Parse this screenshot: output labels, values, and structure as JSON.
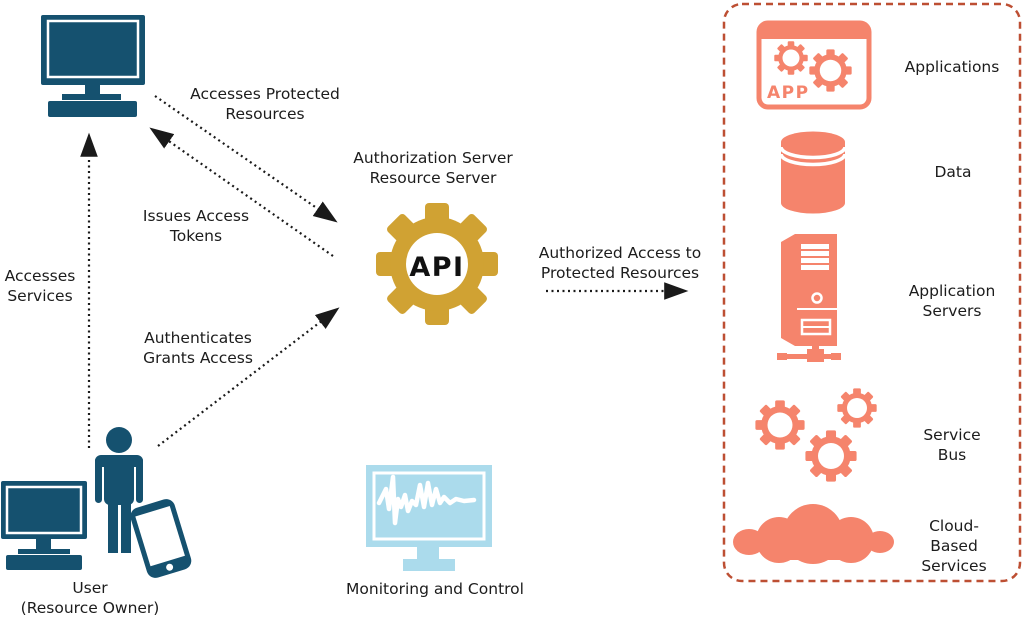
{
  "colors": {
    "dark_blue": "#15516F",
    "gold": "#D0A233",
    "salmon": "#F5846C",
    "panel_border": "#BD4F33",
    "light_blue": "#ABDBEC",
    "arrow": "#1A1A1A",
    "text": "#1C1C1C"
  },
  "api_node": {
    "title": "Authorization Server\nResource Server",
    "gear_label": "API"
  },
  "user_node": {
    "label": "User\n(Resource Owner)"
  },
  "monitoring_node": {
    "label": "Monitoring and Control"
  },
  "arrows": {
    "accesses_protected": {
      "label": "Accesses Protected\nResources"
    },
    "issues_tokens": {
      "label": "Issues Access\nTokens"
    },
    "accesses_services": {
      "label": "Accesses\nServices"
    },
    "authenticates": {
      "label": "Authenticates\nGrants Access"
    },
    "authorized_access": {
      "label": "Authorized Access to\nProtected Resources"
    }
  },
  "resources_panel": {
    "app_window_text": "APP",
    "items": [
      {
        "name": "applications",
        "label": "Applications"
      },
      {
        "name": "data",
        "label": "Data"
      },
      {
        "name": "application-servers",
        "label": "Application\nServers"
      },
      {
        "name": "service-bus",
        "label": "Service Bus"
      },
      {
        "name": "cloud-based-services",
        "label": "Cloud-Based\nServices"
      }
    ]
  }
}
